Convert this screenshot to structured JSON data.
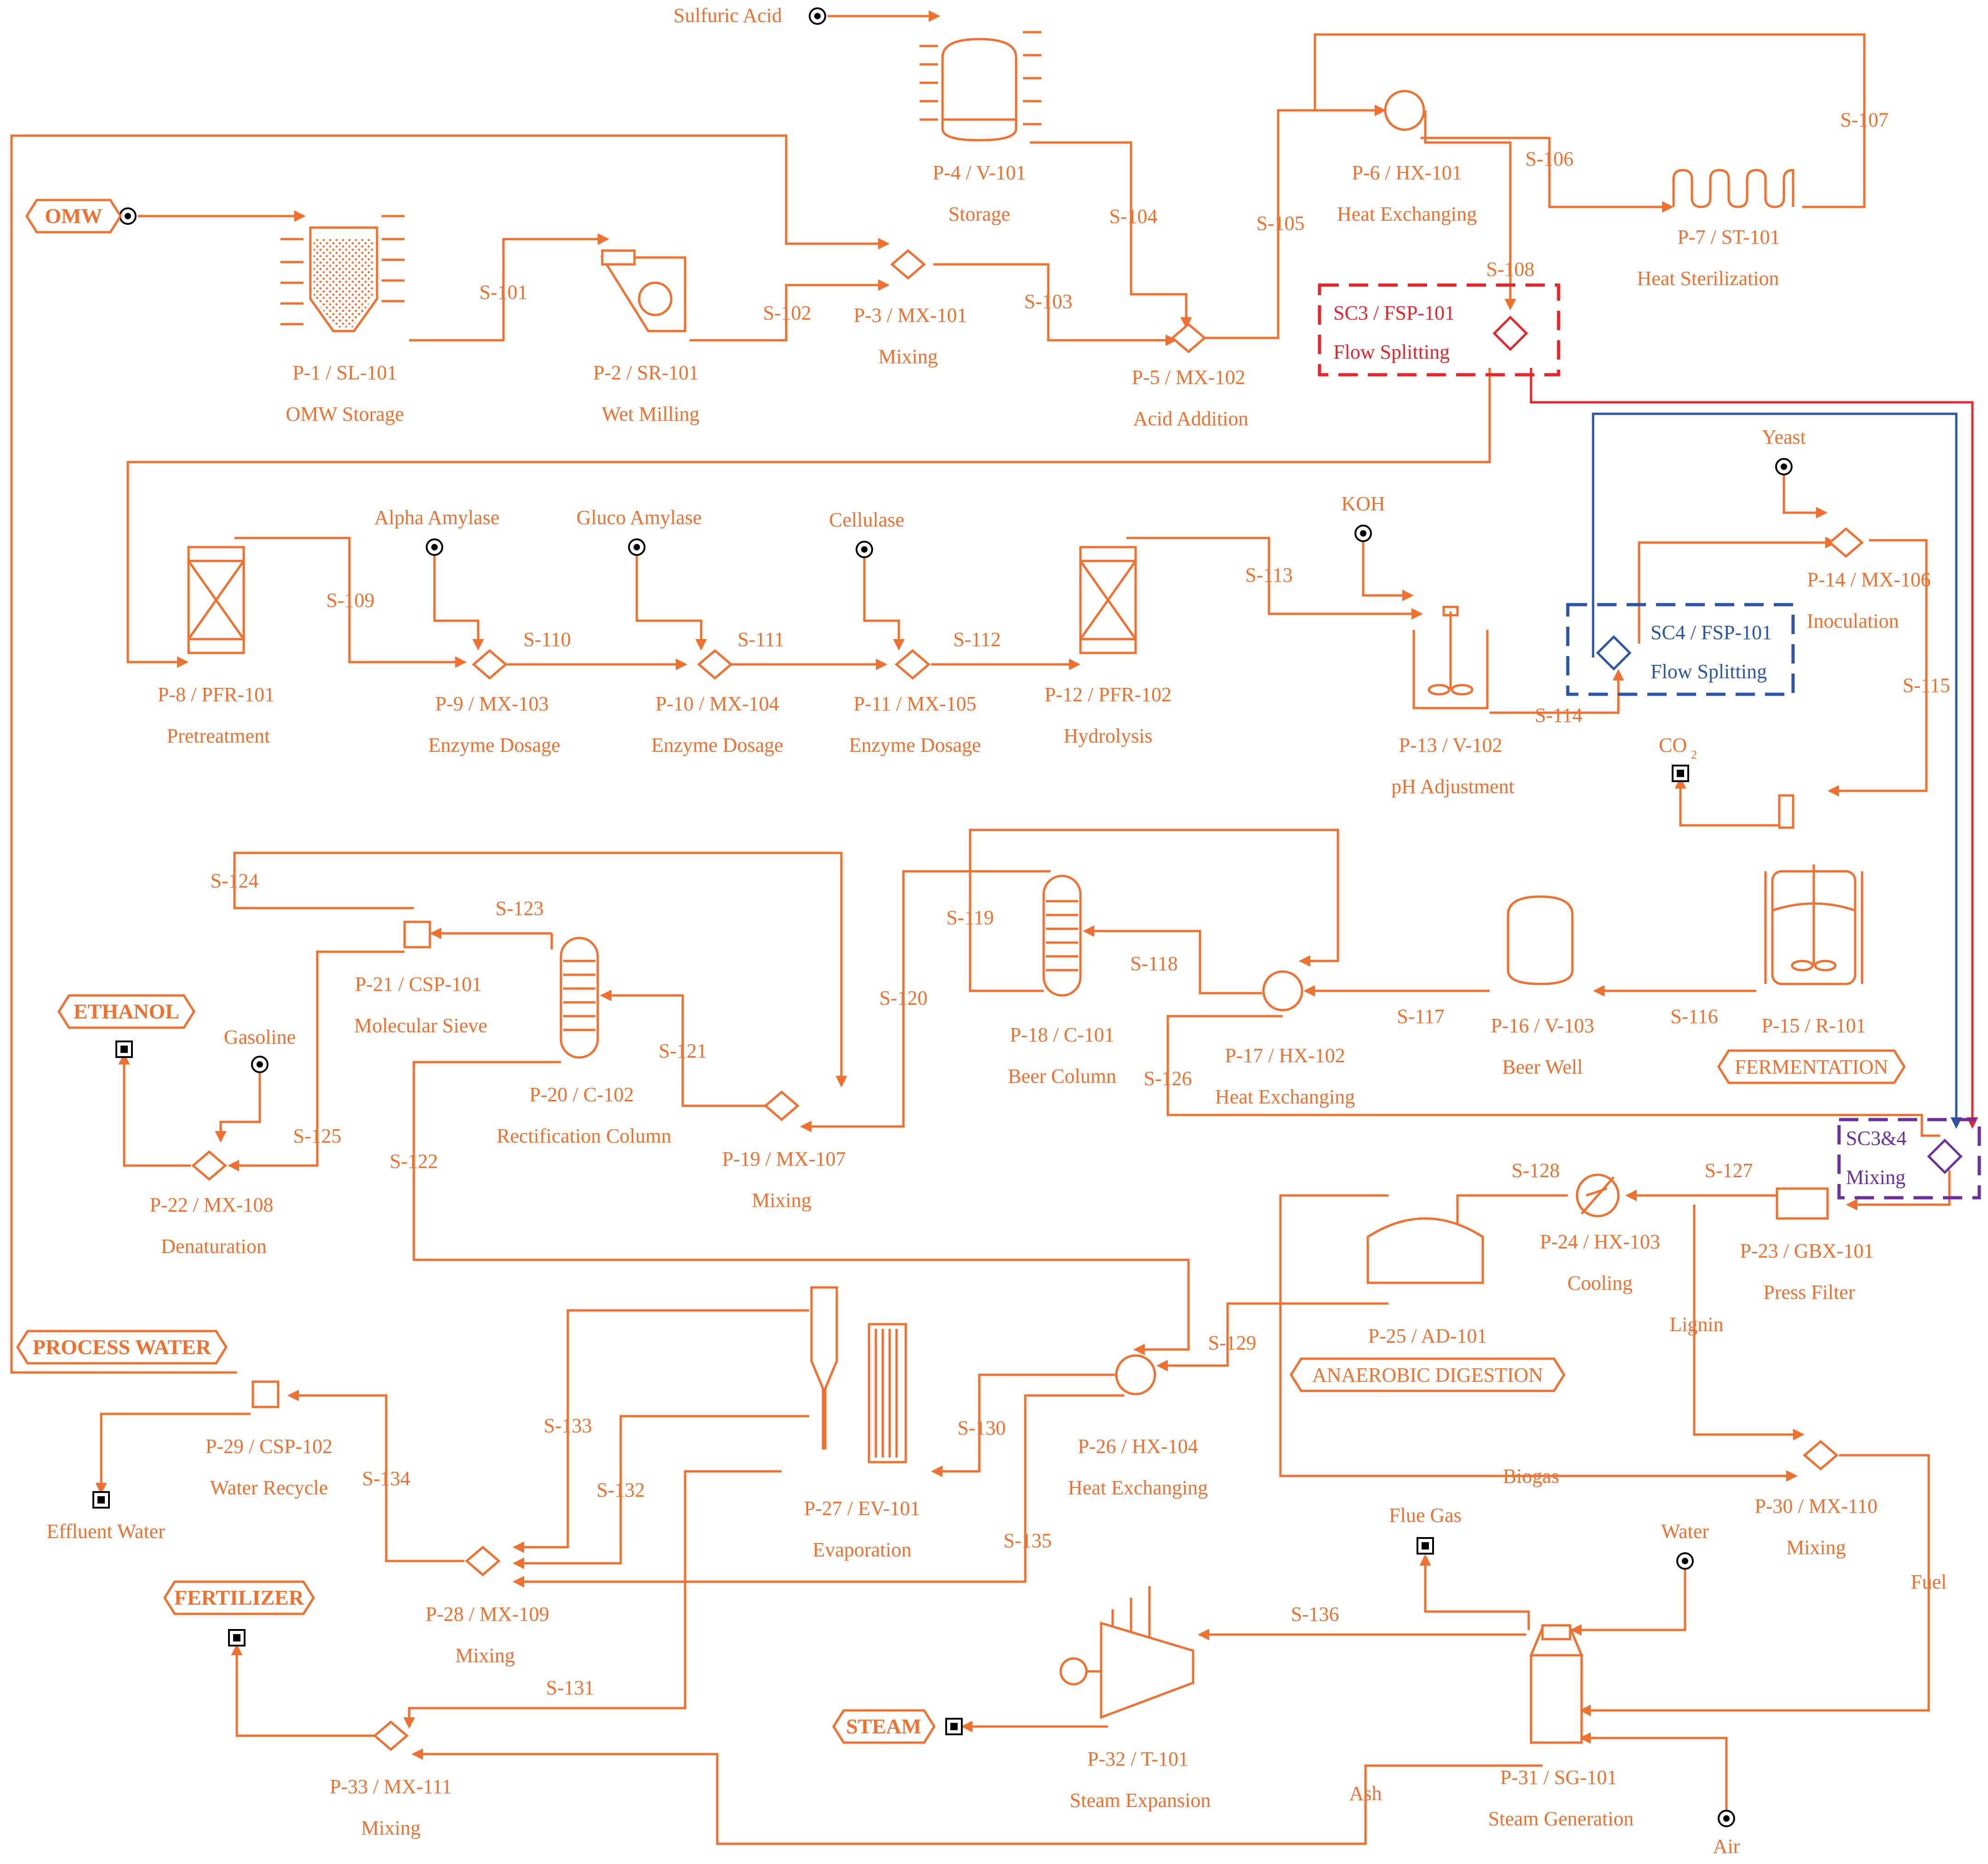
{
  "colors": {
    "main": "#f07030",
    "red": "#e8252b",
    "blue": "#2b55a8",
    "purple": "#6b2fa0"
  },
  "units": [
    {
      "id": "u1",
      "tag": "P-1 / SL-101",
      "name": "OMW Storage"
    },
    {
      "id": "u2",
      "tag": "P-2 / SR-101",
      "name": "Wet Milling"
    },
    {
      "id": "u3",
      "tag": "P-3 / MX-101",
      "name": "Mixing"
    },
    {
      "id": "u4",
      "tag": "P-4 / V-101",
      "name": "Storage"
    },
    {
      "id": "u5",
      "tag": "P-5 / MX-102",
      "name": "Acid Addition"
    },
    {
      "id": "u6",
      "tag": "P-6 / HX-101",
      "name": "Heat Exchanging"
    },
    {
      "id": "u7",
      "tag": "P-7 / ST-101",
      "name": "Heat Sterilization"
    },
    {
      "id": "u8",
      "tag": "P-8 / PFR-101",
      "name": "Pretreatment"
    },
    {
      "id": "u9",
      "tag": "P-9 / MX-103",
      "name": "Enzyme Dosage"
    },
    {
      "id": "u10",
      "tag": "P-10 / MX-104",
      "name": "Enzyme Dosage"
    },
    {
      "id": "u11",
      "tag": "P-11 / MX-105",
      "name": "Enzyme Dosage"
    },
    {
      "id": "u12",
      "tag": "P-12 / PFR-102",
      "name": "Hydrolysis"
    },
    {
      "id": "u13",
      "tag": "P-13 / V-102",
      "name": "pH Adjustment"
    },
    {
      "id": "u14",
      "tag": "P-14 / MX-106",
      "name": "Inoculation"
    },
    {
      "id": "u15",
      "tag": "P-15 / R-101",
      "name": ""
    },
    {
      "id": "u16",
      "tag": "P-16 / V-103",
      "name": "Beer Well"
    },
    {
      "id": "u17",
      "tag": "P-17 / HX-102",
      "name": "Heat Exchanging"
    },
    {
      "id": "u18",
      "tag": "P-18 / C-101",
      "name": "Beer Column"
    },
    {
      "id": "u19",
      "tag": "P-19 / MX-107",
      "name": "Mixing"
    },
    {
      "id": "u20",
      "tag": "P-20 / C-102",
      "name": "Rectification Column"
    },
    {
      "id": "u21",
      "tag": "P-21 / CSP-101",
      "name": "Molecular Sieve"
    },
    {
      "id": "u22",
      "tag": "P-22 / MX-108",
      "name": "Denaturation"
    },
    {
      "id": "u23",
      "tag": "P-23 / GBX-101",
      "name": "Press Filter"
    },
    {
      "id": "u24",
      "tag": "P-24 / HX-103",
      "name": "Cooling"
    },
    {
      "id": "u25",
      "tag": "P-25 / AD-101",
      "name": ""
    },
    {
      "id": "u26",
      "tag": "P-26 / HX-104",
      "name": "Heat Exchanging"
    },
    {
      "id": "u27",
      "tag": "P-27 / EV-101",
      "name": "Evaporation"
    },
    {
      "id": "u28",
      "tag": "P-28 / MX-109",
      "name": "Mixing"
    },
    {
      "id": "u29",
      "tag": "P-29 / CSP-102",
      "name": "Water Recycle"
    },
    {
      "id": "u30",
      "tag": "P-30 / MX-110",
      "name": "Mixing"
    },
    {
      "id": "u31",
      "tag": "P-31 / SG-101",
      "name": "Steam Generation"
    },
    {
      "id": "u32",
      "tag": "P-32 / T-101",
      "name": "Steam Expansion"
    },
    {
      "id": "u33",
      "tag": "P-33 / MX-111",
      "name": "Mixing"
    }
  ],
  "streams": [
    "S-101",
    "S-102",
    "S-103",
    "S-104",
    "S-105",
    "S-106",
    "S-107",
    "S-108",
    "S-109",
    "S-110",
    "S-111",
    "S-112",
    "S-113",
    "S-114",
    "S-115",
    "S-116",
    "S-117",
    "S-118",
    "S-119",
    "S-120",
    "S-121",
    "S-122",
    "S-123",
    "S-124",
    "S-125",
    "S-126",
    "S-127",
    "S-128",
    "S-129",
    "S-130",
    "S-131",
    "S-132",
    "S-133",
    "S-134",
    "S-135",
    "S-136"
  ],
  "materials": {
    "sulfuric_acid": "Sulfuric Acid",
    "alpha_amylase": "Alpha Amylase",
    "gluco_amylase": "Gluco Amylase",
    "cellulase": "Cellulase",
    "koh": "KOH",
    "yeast": "Yeast",
    "co2": "CO",
    "co2_sub": "2",
    "gasoline": "Gasoline",
    "effluent_water": "Effluent Water",
    "lignin": "Lignin",
    "biogas": "Biogas",
    "fuel": "Fuel",
    "flue_gas": "Flue Gas",
    "water": "Water",
    "ash": "Ash",
    "air": "Air"
  },
  "boxes": {
    "omw": "OMW",
    "ethanol": "ETHANOL",
    "process_water": "PROCESS WATER",
    "fertilizer": "FERTILIZER",
    "steam": "STEAM",
    "fermentation": "FERMENTATION",
    "anaerobic": "ANAEROBIC DIGESTION"
  },
  "scenarios": {
    "sc3_tag": "SC3 / FSP-101",
    "sc3_name": "Flow  Splitting",
    "sc4_tag": "SC4 / FSP-101",
    "sc4_name": "Flow  Splitting",
    "sc34_tag": "SC3&4",
    "sc34_name": "Mixing"
  }
}
